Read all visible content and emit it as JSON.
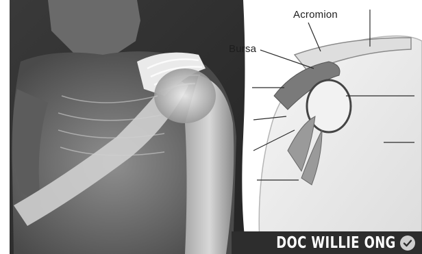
{
  "illustration": {
    "labels": {
      "acromion": "Acromion",
      "bursa": "Bursa"
    }
  },
  "watermark": {
    "text": "DOC WILLIE ONG",
    "icon": "check-icon"
  },
  "colors": {
    "background": "#ffffff",
    "body_dark": "#2a2a2a",
    "body_light": "#e6e6e6",
    "watermark_bg": "#2d2d2d"
  }
}
